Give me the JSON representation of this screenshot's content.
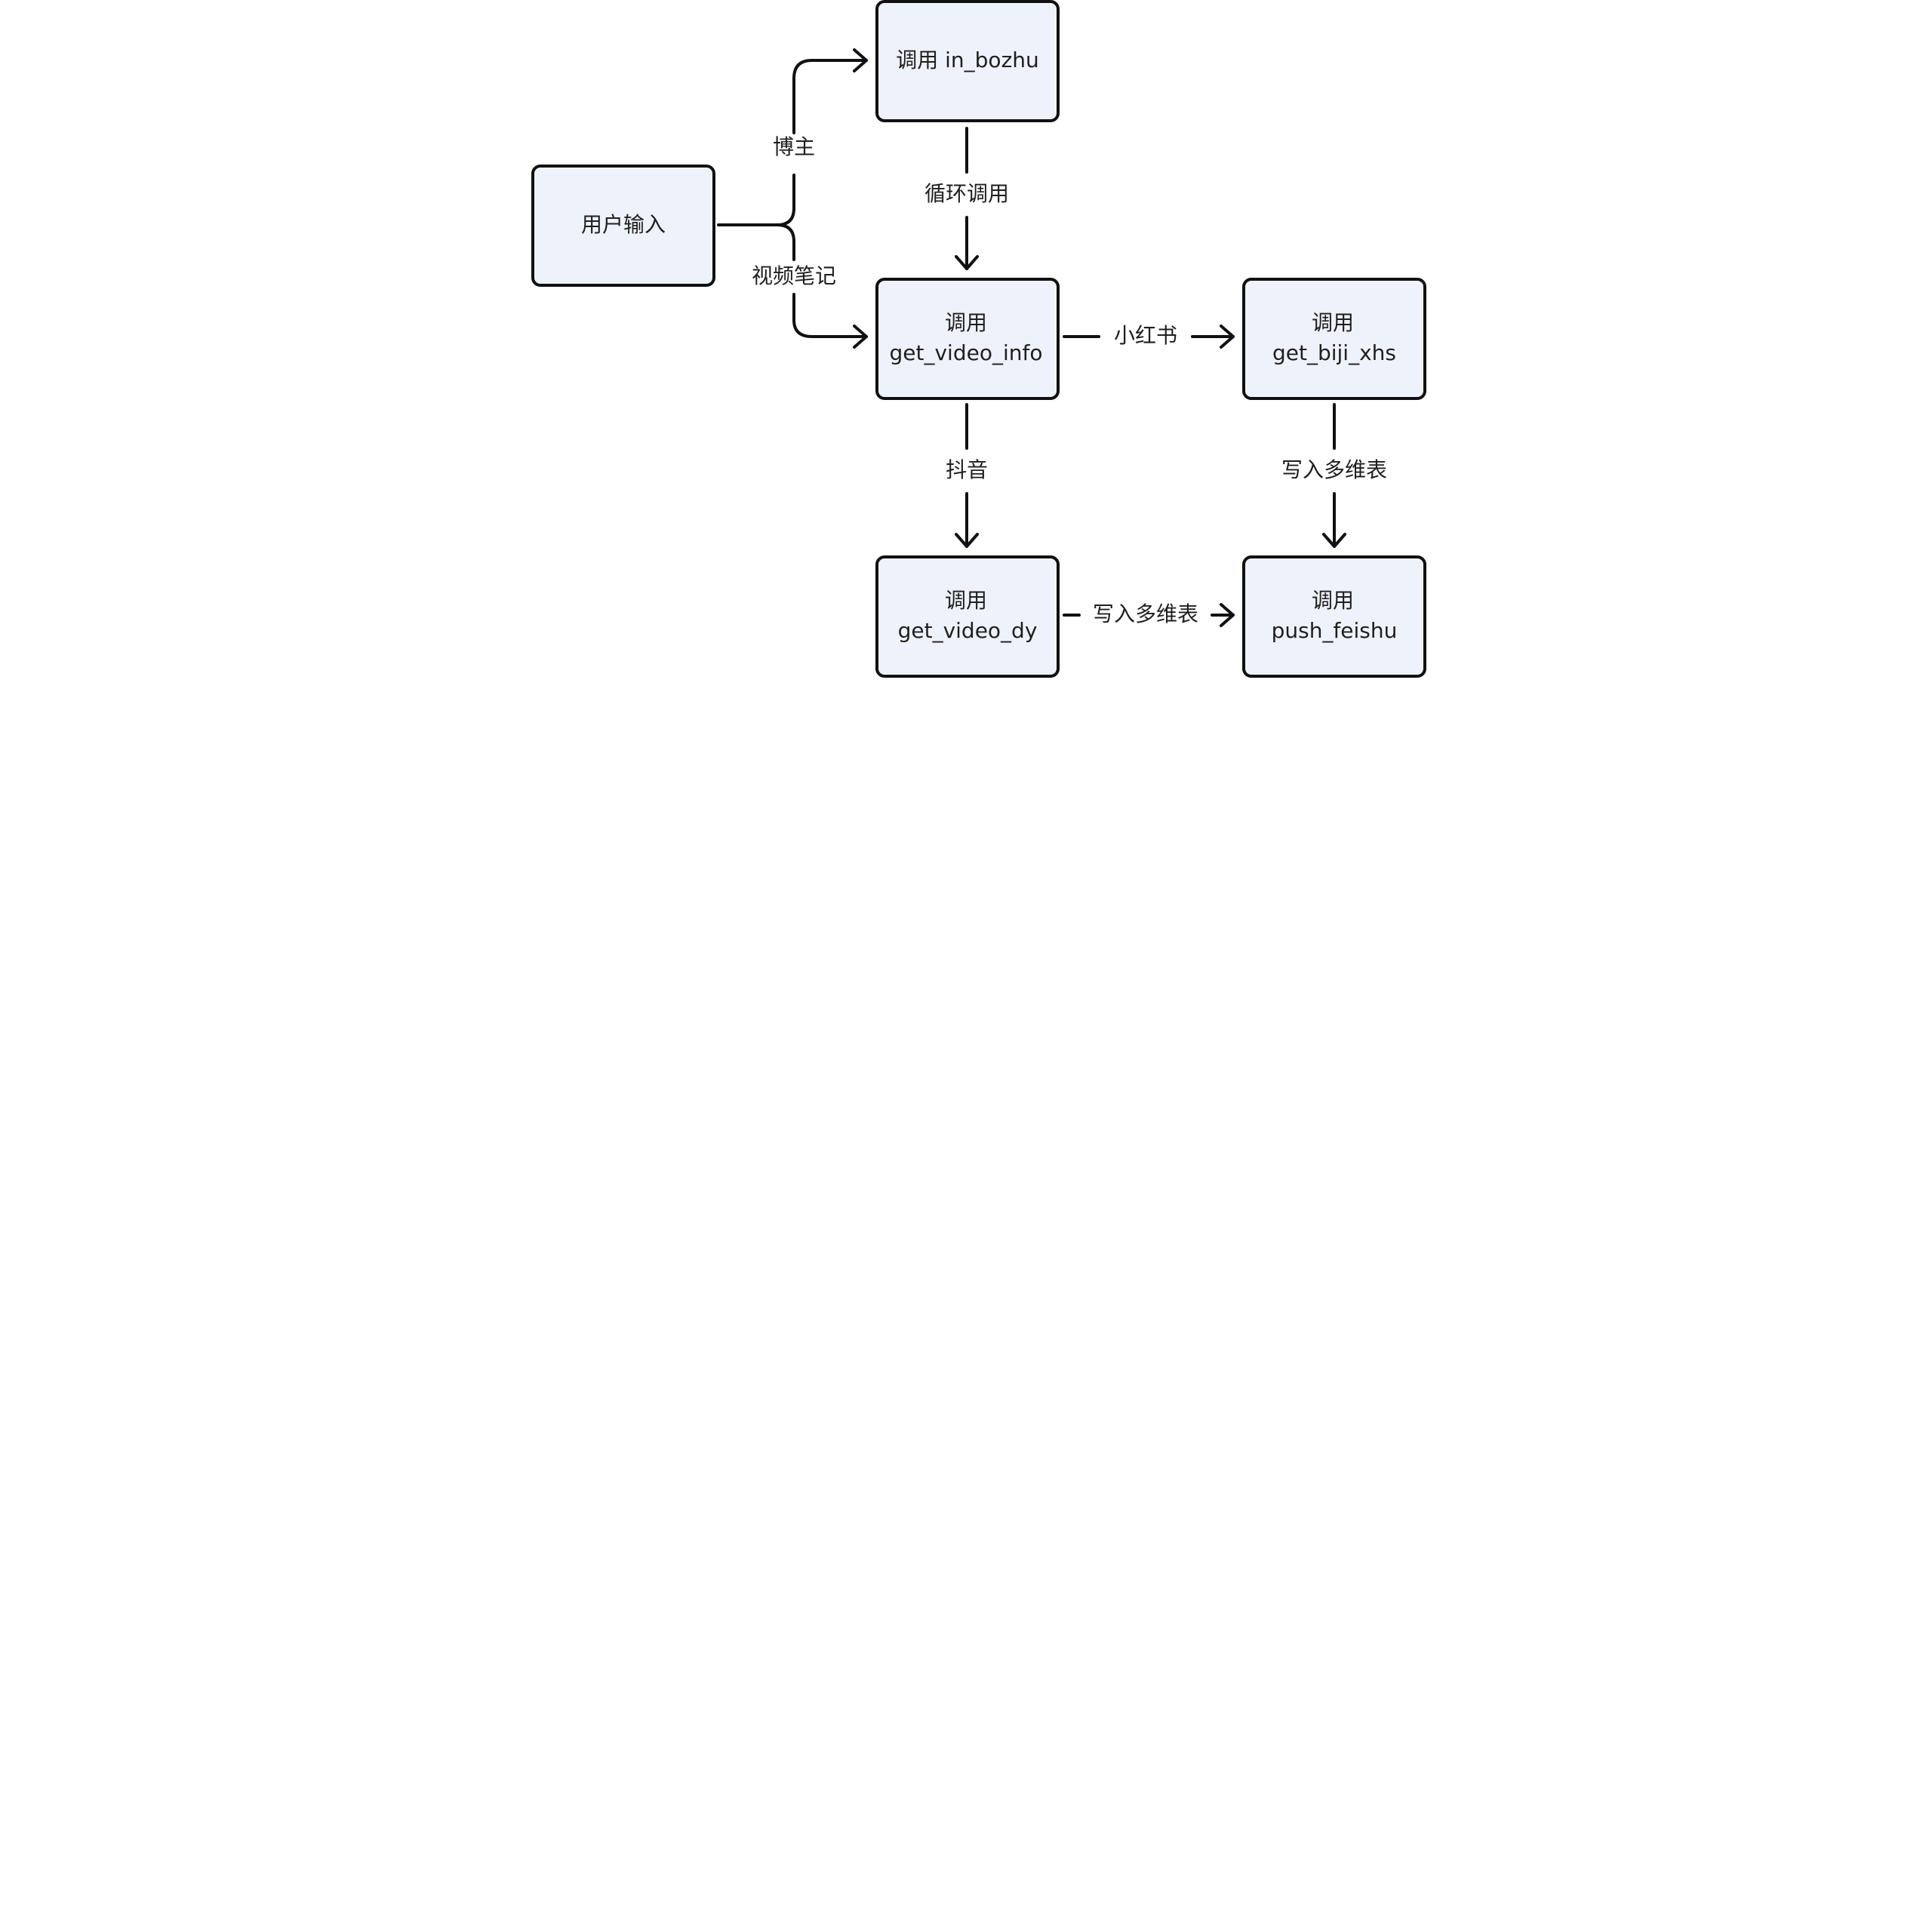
{
  "diagram": {
    "nodes": [
      {
        "id": "user_input",
        "lines": [
          "用户输入"
        ]
      },
      {
        "id": "in_bozhu",
        "lines": [
          "调用 in_bozhu"
        ]
      },
      {
        "id": "get_video_info",
        "lines": [
          "调用",
          "get_video_info"
        ]
      },
      {
        "id": "get_biji_xhs",
        "lines": [
          "调用",
          "get_biji_xhs"
        ]
      },
      {
        "id": "get_video_dy",
        "lines": [
          "调用",
          "get_video_dy"
        ]
      },
      {
        "id": "push_feishu",
        "lines": [
          "调用",
          "push_feishu"
        ]
      }
    ],
    "edges": [
      {
        "id": "e1",
        "from": "user_input",
        "to": "in_bozhu",
        "label": "博主"
      },
      {
        "id": "e2",
        "from": "user_input",
        "to": "get_video_info",
        "label": "视频笔记"
      },
      {
        "id": "e3",
        "from": "in_bozhu",
        "to": "get_video_info",
        "label": "循环调用"
      },
      {
        "id": "e4",
        "from": "get_video_info",
        "to": "get_biji_xhs",
        "label": "小红书"
      },
      {
        "id": "e5",
        "from": "get_video_info",
        "to": "get_video_dy",
        "label": "抖音"
      },
      {
        "id": "e6",
        "from": "get_biji_xhs",
        "to": "push_feishu",
        "label": "写入多维表"
      },
      {
        "id": "e7",
        "from": "get_video_dy",
        "to": "push_feishu",
        "label": "写入多维表"
      }
    ],
    "colors": {
      "node_fill": "#eef3fb",
      "stroke": "#111111",
      "text": "#1f1f1f",
      "background": "#ffffff"
    }
  }
}
